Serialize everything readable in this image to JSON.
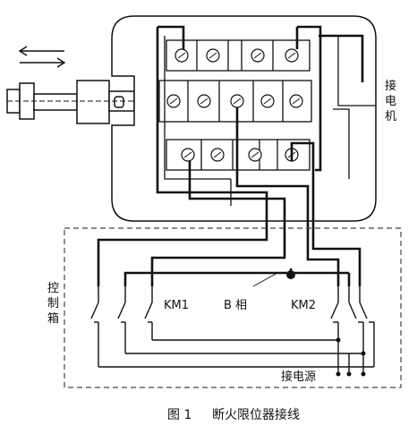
{
  "labels": {
    "motor": [
      "接",
      "电",
      "机"
    ],
    "control_box": [
      "控",
      "制",
      "箱"
    ],
    "km1": "KM1",
    "phase_b": "B 相",
    "km2": "KM2",
    "power_source": "接电源"
  },
  "caption": {
    "number": "图 1",
    "title": "断火限位器接线"
  }
}
